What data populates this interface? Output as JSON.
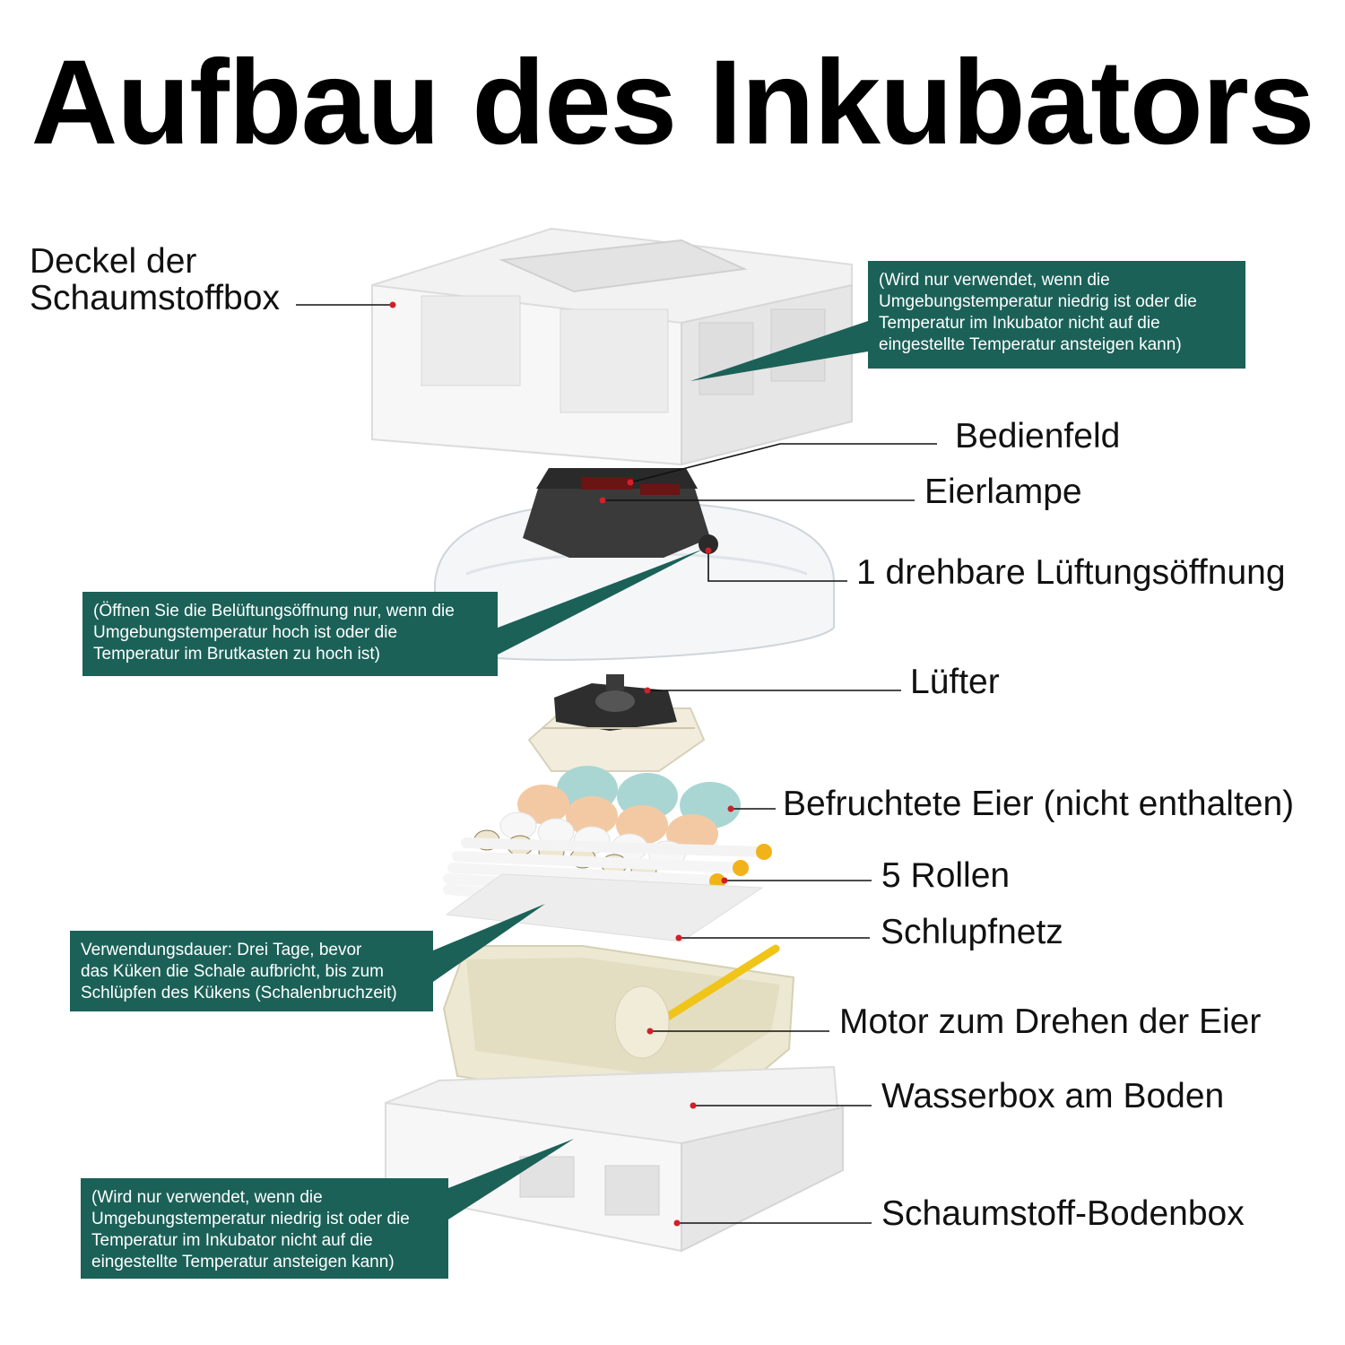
{
  "title": "Aufbau des Inkubators",
  "labels": {
    "lid": "Deckel der\nSchaumstoffbox",
    "panel": "Bedienfeld",
    "lamp": "Eierlampe",
    "vent": "1 drehbare Lüftungsöffnung",
    "fan": "Lüfter",
    "eggs": "Befruchtete Eier (nicht enthalten)",
    "rollers": "5 Rollen",
    "net": "Schlupfnetz",
    "motor": "Motor zum Drehen der Eier",
    "waterbox": "Wasserbox am Boden",
    "bottombox": "Schaumstoff-Bodenbox"
  },
  "notes": {
    "lid_note": "(Wird nur verwendet, wenn die\nUmgebungstemperatur niedrig ist oder die\nTemperatur im Inkubator nicht auf die\neingestellte Temperatur ansteigen kann)",
    "vent_note": "(Öffnen Sie die Belüftungsöffnung nur, wenn die\nUmgebungstemperatur hoch ist oder die\nTemperatur im Brutkasten zu hoch ist)",
    "net_note": "Verwendungsdauer: Drei Tage, bevor\ndas Küken die Schale aufbricht, bis zum\nSchlüpfen des Kükens (Schalenbruchzeit)",
    "bottom_note": "(Wird nur verwendet, wenn die\nUmgebungstemperatur niedrig ist oder die\nTemperatur im Inkubator nicht auf die\neingestellte Temperatur ansteigen kann)"
  },
  "colors": {
    "note_bg": "#1b6158",
    "marker": "#d0202a",
    "foam": "#efefef",
    "tray": "#ece8d2",
    "egg_blue": "#a9d6d3",
    "egg_tan": "#f3c9a4",
    "roller_cap": "#f2b21a"
  }
}
